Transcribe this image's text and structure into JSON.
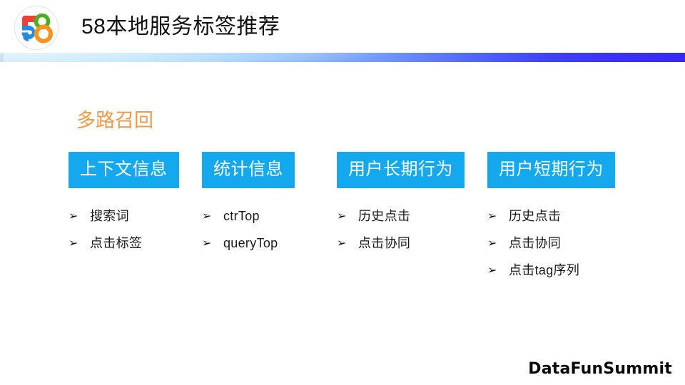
{
  "header": {
    "title": "58本地服务标签推荐",
    "logo": {
      "name": "58-logo",
      "digit_five_top_color": "#ef3f36",
      "digit_five_bottom_color": "#1f8ce0",
      "digit_eight_top_color": "#4caf23",
      "digit_eight_bottom_color": "#f7941e"
    },
    "rule": {
      "gradient_start": "#bfe6fa",
      "gradient_end": "#3728f5"
    }
  },
  "section": {
    "heading": "多路召回",
    "heading_color": "#ed9b49"
  },
  "box_color": "#14a9ef",
  "box_text_color": "#ffffff",
  "bullet_glyph": "➢",
  "columns": [
    {
      "label": "上下文信息",
      "items": [
        "搜索词",
        "点击标签"
      ]
    },
    {
      "label": "统计信息",
      "items": [
        "ctrTop",
        "queryTop"
      ]
    },
    {
      "label": "用户长期行为",
      "items": [
        "历史点击",
        "点击协同"
      ]
    },
    {
      "label": "用户短期行为",
      "items": [
        "历史点击",
        "点击协同",
        "点击tag序列"
      ]
    }
  ],
  "footer": {
    "brand": "DataFunSummit"
  }
}
